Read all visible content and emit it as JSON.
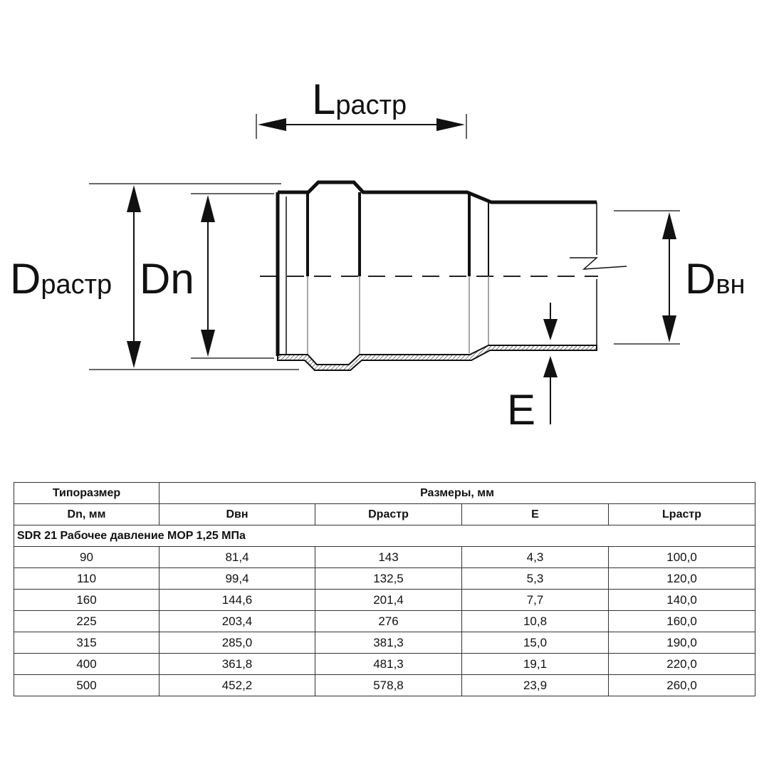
{
  "drawing": {
    "labels": {
      "l_rastr": {
        "main": "L",
        "sub": "растр"
      },
      "d_rastr": {
        "main": "D",
        "sub": "растр"
      },
      "dn": {
        "main": "D",
        "sub": "n"
      },
      "d_vn": {
        "main": "D",
        "sub": "вн"
      },
      "e": "E"
    }
  },
  "table": {
    "header": {
      "size_title": "Типоразмер",
      "dims_title": "Размеры, мм",
      "dn_col": "Dn, мм",
      "columns": [
        "Dвн",
        "Dрастр",
        "E",
        "Lрастр"
      ]
    },
    "section_title": "SDR 21 Рабочее давление MOP 1,25 МПа",
    "rows": [
      [
        "90",
        "81,4",
        "143",
        "4,3",
        "100,0"
      ],
      [
        "110",
        "99,4",
        "132,5",
        "5,3",
        "120,0"
      ],
      [
        "160",
        "144,6",
        "201,4",
        "7,7",
        "140,0"
      ],
      [
        "225",
        "203,4",
        "276",
        "10,8",
        "160,0"
      ],
      [
        "315",
        "285,0",
        "381,3",
        "15,0",
        "190,0"
      ],
      [
        "400",
        "361,8",
        "481,3",
        "19,1",
        "220,0"
      ],
      [
        "500",
        "452,2",
        "578,8",
        "23,9",
        "260,0"
      ]
    ]
  }
}
